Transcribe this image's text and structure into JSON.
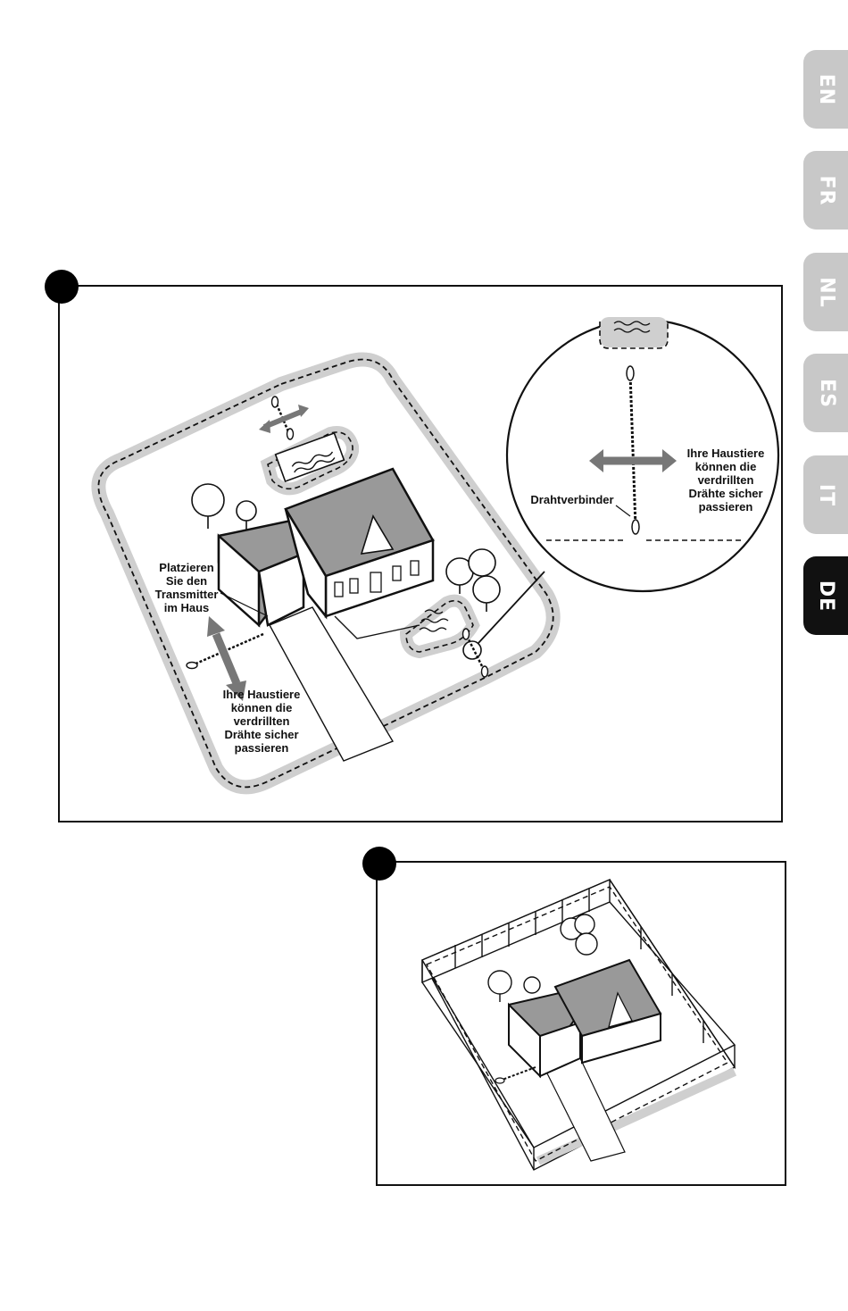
{
  "language_tabs": [
    {
      "label": "EN",
      "active": false
    },
    {
      "label": "FR",
      "active": false
    },
    {
      "label": "NL",
      "active": false
    },
    {
      "label": "ES",
      "active": false
    },
    {
      "label": "IT",
      "active": false
    },
    {
      "label": "DE",
      "active": true
    }
  ],
  "diagram1": {
    "label_transmitter": "Platzieren\nSie den\nTransmitter\nim Haus",
    "label_pets_left": "Ihre Haustiere\nkönnen die\nverdrillten\nDrähte sicher\npassieren",
    "label_pets_zoom": "Ihre Haustiere\nkönnen die\nverdrillten\nDrähte sicher\npassieren",
    "label_connector": "Drahtverbinder"
  },
  "colors": {
    "ink": "#111111",
    "halo": "#cfcfcf",
    "tab_inactive": "#c8c8c8",
    "tab_active": "#111111"
  }
}
